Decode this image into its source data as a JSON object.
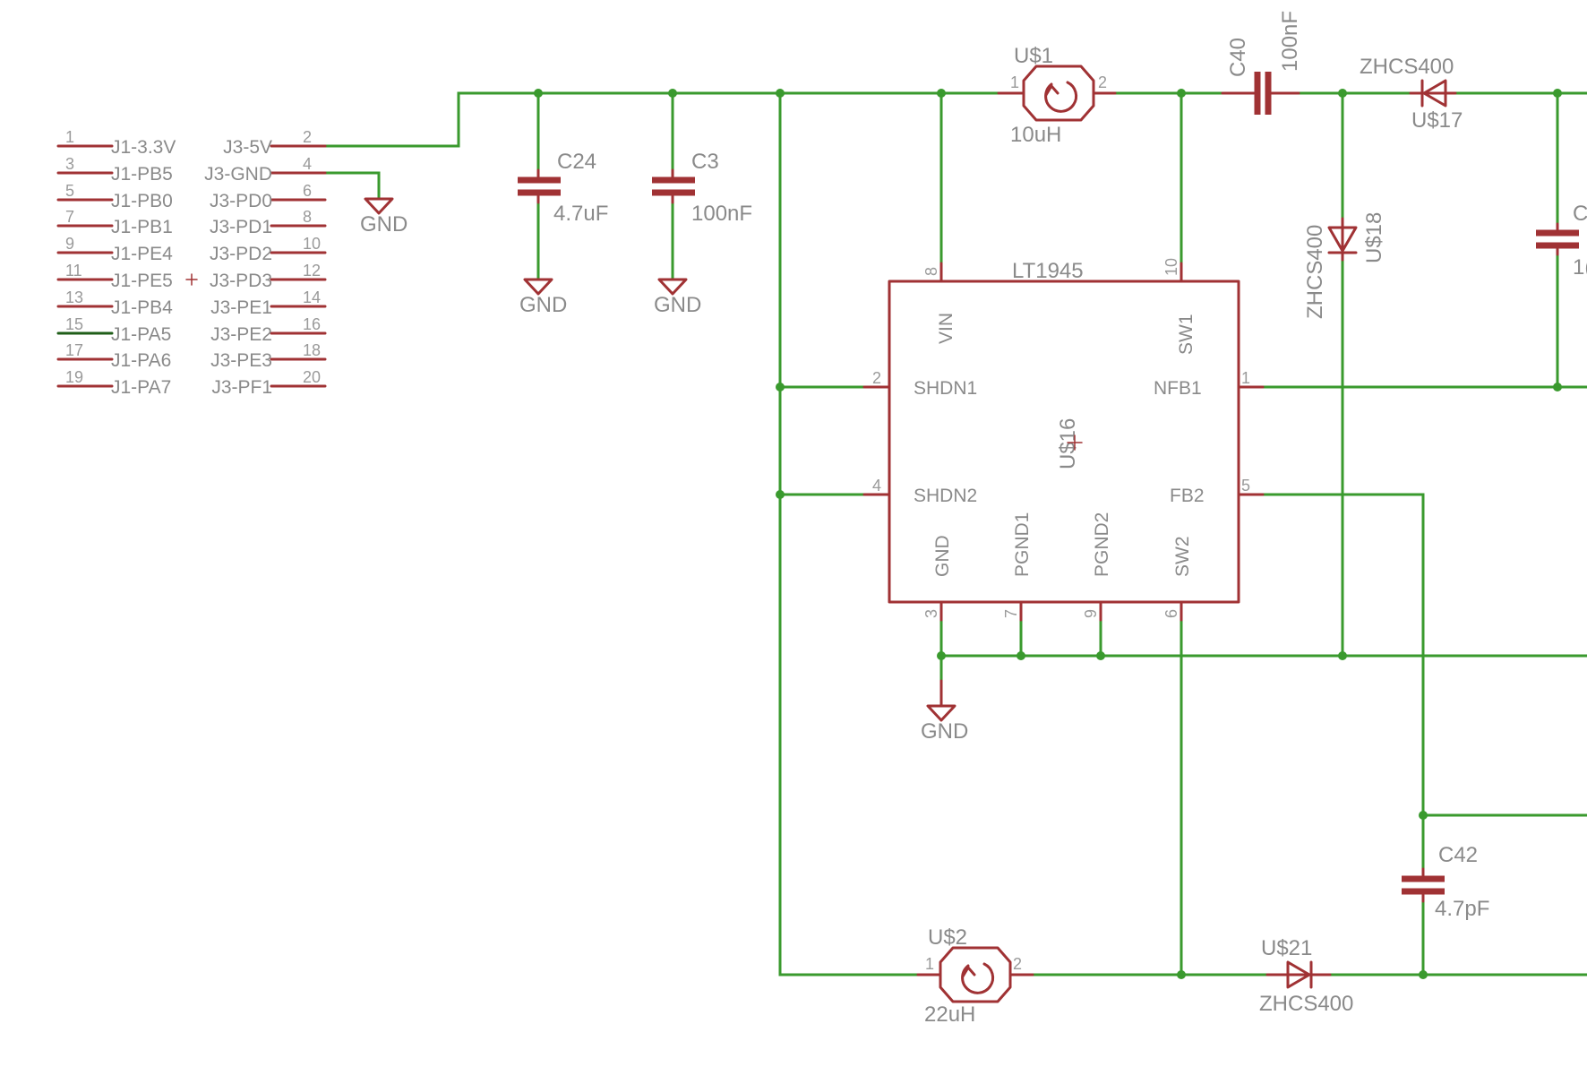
{
  "header": {
    "pin_numbers_left": [
      "1",
      "3",
      "5",
      "7",
      "9",
      "11",
      "13",
      "15",
      "17",
      "19"
    ],
    "pin_numbers_right": [
      "2",
      "4",
      "6",
      "8",
      "10",
      "12",
      "14",
      "16",
      "18",
      "20"
    ],
    "labels_left": [
      "J1-3.3V",
      "J1-PB5",
      "J1-PB0",
      "J1-PB1",
      "J1-PE4",
      "J1-PE5",
      "J1-PB4",
      "J1-PA5",
      "J1-PA6",
      "J1-PA7"
    ],
    "labels_right": [
      "J3-5V",
      "J3-GND",
      "J3-PD0",
      "J3-PD1",
      "J3-PD2",
      "J3-PD3",
      "J3-PE1",
      "J3-PE2",
      "J3-PE3",
      "J3-PF1"
    ]
  },
  "gnd_label": "GND",
  "components": {
    "c24": {
      "name": "C24",
      "value": "4.7uF"
    },
    "c3": {
      "name": "C3",
      "value": "100nF"
    },
    "c40": {
      "name": "C40",
      "value": "100nF"
    },
    "c42": {
      "name": "C42",
      "value": "4.7pF"
    },
    "c_edge": {
      "name": "C",
      "value": "1("
    },
    "l1": {
      "name": "U$1",
      "value": "10uH",
      "pin1": "1",
      "pin2": "2"
    },
    "l2": {
      "name": "U$2",
      "value": "22uH",
      "pin1": "1",
      "pin2": "2"
    },
    "d17": {
      "name": "U$17",
      "value": "ZHCS400"
    },
    "d18": {
      "name": "U$18",
      "value": "ZHCS400"
    },
    "d21": {
      "name": "U$21",
      "value": "ZHCS400"
    }
  },
  "ic": {
    "part": "LT1945",
    "name": "U$16",
    "pins": {
      "vin": {
        "label": "VIN",
        "num": "8"
      },
      "sw1": {
        "label": "SW1",
        "num": "10"
      },
      "shdn1": {
        "label": "SHDN1",
        "num": "2"
      },
      "nfb1": {
        "label": "NFB1",
        "num": "1"
      },
      "shdn2": {
        "label": "SHDN2",
        "num": "4"
      },
      "fb2": {
        "label": "FB2",
        "num": "5"
      },
      "gnd": {
        "label": "GND",
        "num": "3"
      },
      "pgnd1": {
        "label": "PGND1",
        "num": "7"
      },
      "pgnd2": {
        "label": "PGND2",
        "num": "9"
      },
      "sw2": {
        "label": "SW2",
        "num": "6"
      }
    }
  },
  "colors": {
    "wire": "#3a9a2e",
    "symbol": "#a03234",
    "text": "#8a8a8a"
  }
}
